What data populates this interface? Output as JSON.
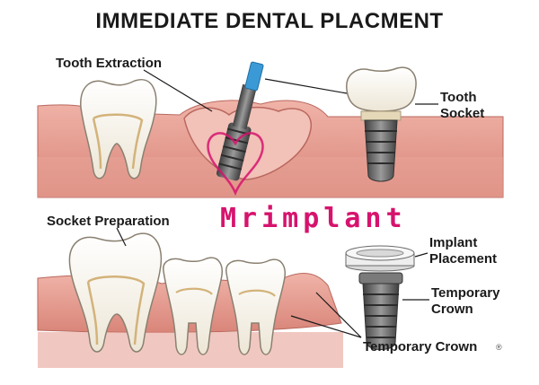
{
  "title": "IMMEDIATE DENTAL PLACMENT",
  "labels": {
    "tooth_extraction": "Tooth Extraction",
    "tooth_socket_1": "Tooth",
    "tooth_socket_2": "Socket",
    "socket_preparation": "Socket Preparation",
    "implant_placement_1": "Implant",
    "implant_placement_2": "Placement",
    "temporary_crown_1": "Temporary",
    "temporary_crown_2": "Crown",
    "temporary_crown_bottom": "Temporary Crown"
  },
  "watermark": "Mrimplant",
  "copyright": "®",
  "colors": {
    "gum": "#e59a8f",
    "gum_dark": "#c9776c",
    "tooth": "#f7f3ea",
    "implant": "#5c5c5c",
    "driver": "#3b9ad6",
    "watermark": "#d6136d"
  }
}
